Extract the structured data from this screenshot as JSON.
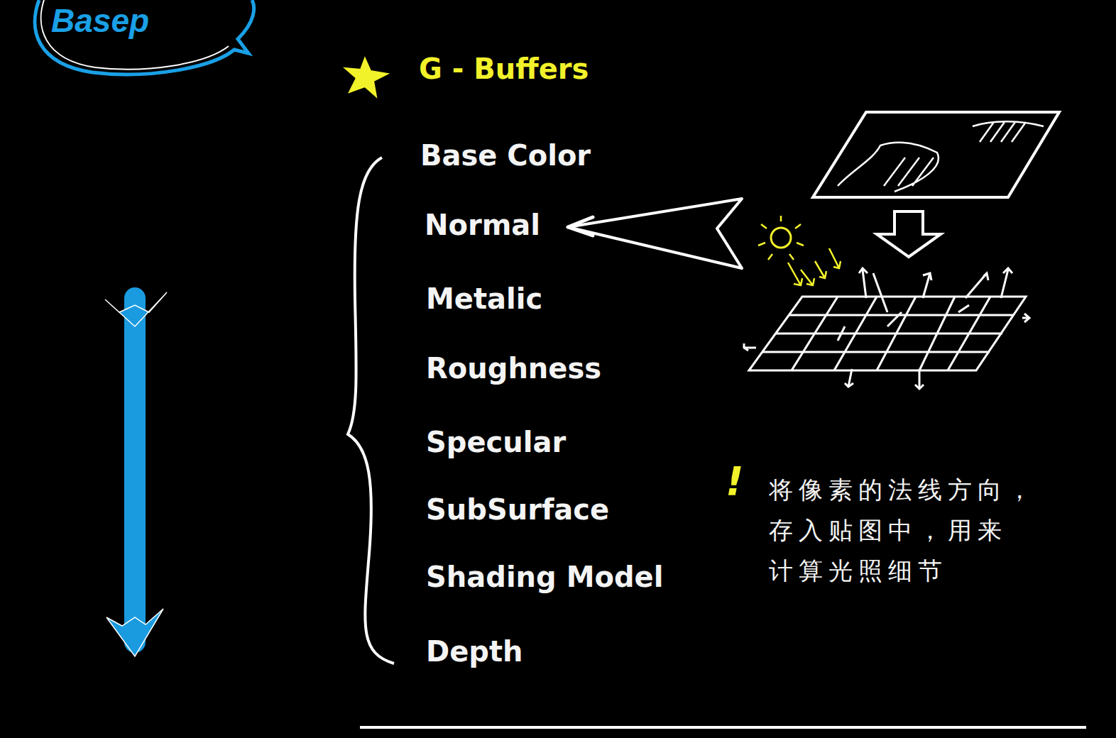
{
  "diagram": {
    "title": "G - Buffers",
    "labels": [
      "Basep",
      "Base Color",
      "Normal",
      "Metalic",
      "Roughness",
      "Specular",
      "SubSurface",
      "Shading Model",
      "Depth",
      "!",
      "将像素的法线方向， 存入贴图中，用来 计算光照细节"
    ]
  }
}
